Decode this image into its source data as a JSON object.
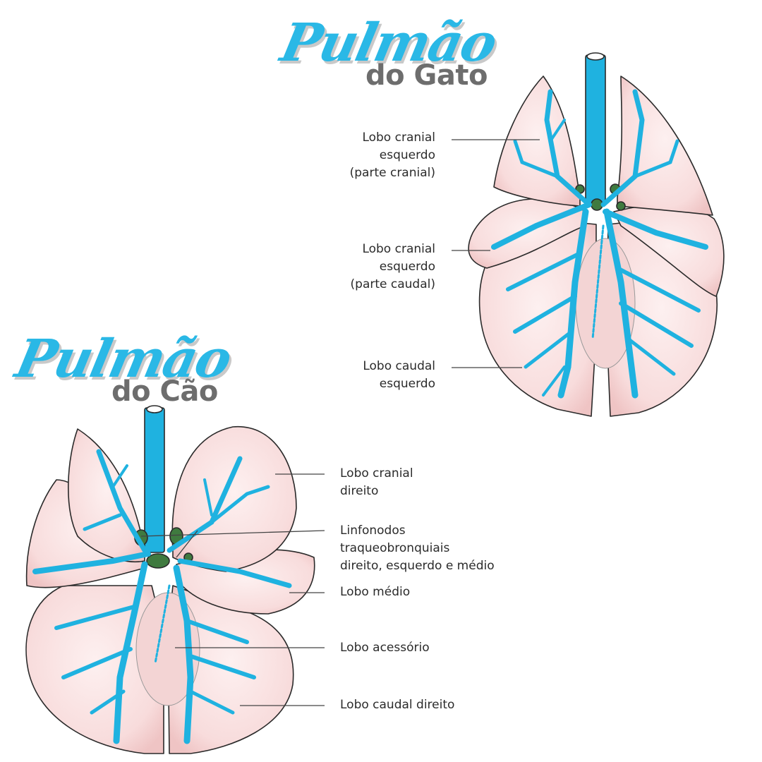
{
  "cat": {
    "title_script": "Pulmão",
    "title_sub": "do Gato",
    "labels": [
      {
        "lines": [
          "Lobo cranial",
          "esquerdo",
          "(parte cranial)"
        ]
      },
      {
        "lines": [
          "Lobo cranial",
          "esquerdo",
          "(parte caudal)"
        ]
      },
      {
        "lines": [
          "Lobo caudal",
          "esquerdo"
        ]
      }
    ]
  },
  "dog": {
    "title_script": "Pulmão",
    "title_sub": "do Cão",
    "labels": [
      {
        "lines": [
          "Lobo cranial",
          "direito"
        ]
      },
      {
        "lines": [
          "Linfonodos",
          "traqueobronquiais",
          "direito, esquerdo e médio"
        ]
      },
      {
        "lines": [
          "Lobo médio"
        ]
      },
      {
        "lines": [
          "Lobo acessório"
        ]
      },
      {
        "lines": [
          "Lobo caudal direito"
        ]
      }
    ]
  },
  "colors": {
    "title_blue": "#2ab8e6",
    "title_gray": "#6d6d6d",
    "bronchi_blue": "#1fb2e0",
    "lung_pink": "#f8dede",
    "lymph_green": "#3f7a3f",
    "outline": "#2a2a2a"
  }
}
